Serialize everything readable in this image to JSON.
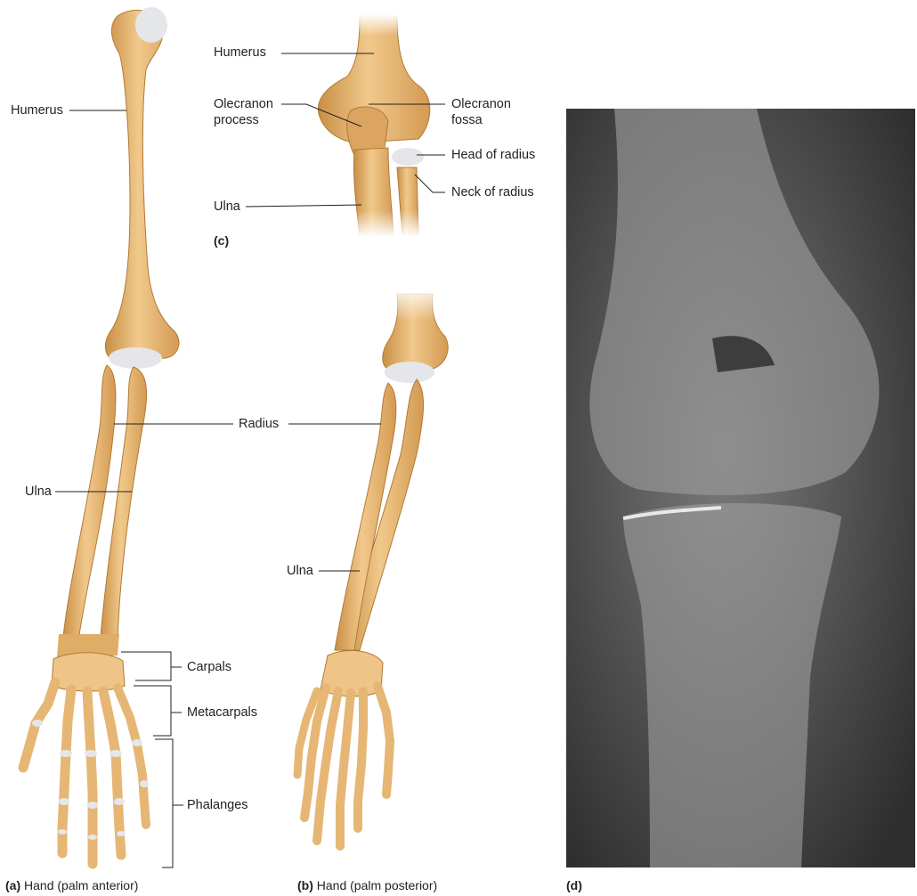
{
  "panels": {
    "a": {
      "letter": "(a)",
      "caption": "Hand (palm anterior)"
    },
    "b": {
      "letter": "(b)",
      "caption": "Hand (palm posterior)"
    },
    "c": {
      "letter": "(c)"
    },
    "d": {
      "letter": "(d)"
    }
  },
  "labels": {
    "humerus_a": "Humerus",
    "radius": "Radius",
    "ulna_a": "Ulna",
    "ulna_b": "Ulna",
    "carpals": "Carpals",
    "metacarpals": "Metacarpals",
    "phalanges": "Phalanges",
    "humerus_c": "Humerus",
    "olecranon_process_1": "Olecranon",
    "olecranon_process_2": "process",
    "olecranon_fossa_1": "Olecranon",
    "olecranon_fossa_2": "fossa",
    "head_of_radius": "Head of radius",
    "neck_of_radius": "Neck of radius",
    "ulna_c": "Ulna"
  },
  "colors": {
    "bone": "#e8bb7a",
    "bone_shadow": "#c98f45",
    "cartilage": "#e4e6ea",
    "leader_line": "#231f20",
    "xray_background": "#3a3a3a"
  }
}
